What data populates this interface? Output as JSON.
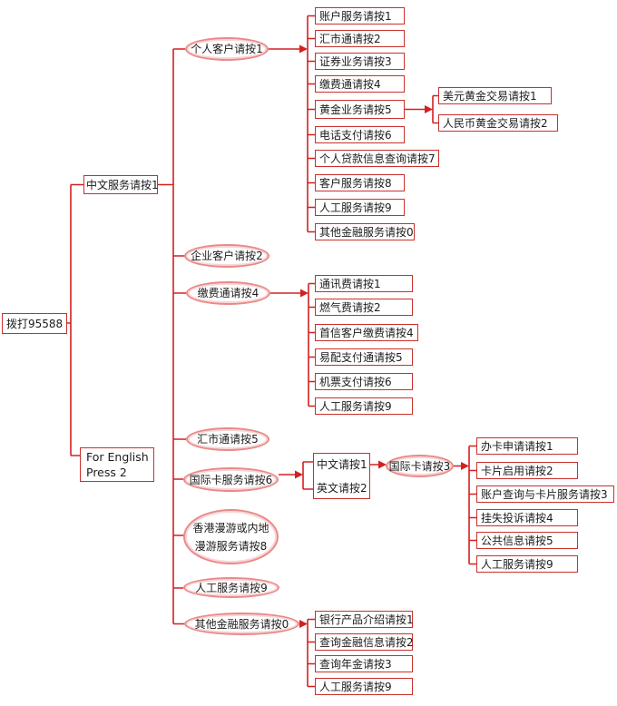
{
  "diagram": {
    "root_label": "拨打95588",
    "level1": {
      "chinese": "中文服务请按1",
      "english_line1": "For English",
      "english_line2": "Press 2"
    },
    "chinese_menu": {
      "personal": "个人客户请按1",
      "corporate": "企业客户请按2",
      "payment": "缴费通请按4",
      "forex": "汇市通请按5",
      "intl_card": "国际卡服务请按6",
      "roaming_line1": "香港漫游或内地",
      "roaming_line2": "漫游服务请按8",
      "operator": "人工服务请按9",
      "other_finance": "其他金融服务请按0"
    },
    "personal_menu": [
      "账户服务请按1",
      "汇市通请按2",
      "证券业务请按3",
      "缴费通请按4",
      "黄金业务请按5",
      "电话支付请按6",
      "个人贷款信息查询请按7",
      "客户服务请按8",
      "人工服务请按9",
      "其他金融服务请按0"
    ],
    "gold_menu": [
      "美元黄金交易请按1",
      "人民币黄金交易请按2"
    ],
    "payment_menu": [
      "通讯费请按1",
      "燃气费请按2",
      "首信客户缴费请按4",
      "易配支付通请按5",
      "机票支付请按6",
      "人工服务请按9"
    ],
    "intl_card_lang": [
      "中文请按1",
      "英文请按2"
    ],
    "intl_card_node": "国际卡请按3",
    "intl_card_menu": [
      "办卡申请请按1",
      "卡片启用请按2",
      "账户查询与卡片服务请按3",
      "挂失投诉请按4",
      "公共信息请按5",
      "人工服务请按9"
    ],
    "other_finance_menu": [
      "银行产品介绍请按1",
      "查询金融信息请按2",
      "查询年金请按3",
      "人工服务请按9"
    ]
  },
  "colors": {
    "box_border": "#c9302c",
    "connector": "#d42020",
    "ellipse_border": "#e98989",
    "ellipse_inner": "#f9d6d6",
    "text": "#1c1c1c",
    "background": "#ffffff"
  }
}
